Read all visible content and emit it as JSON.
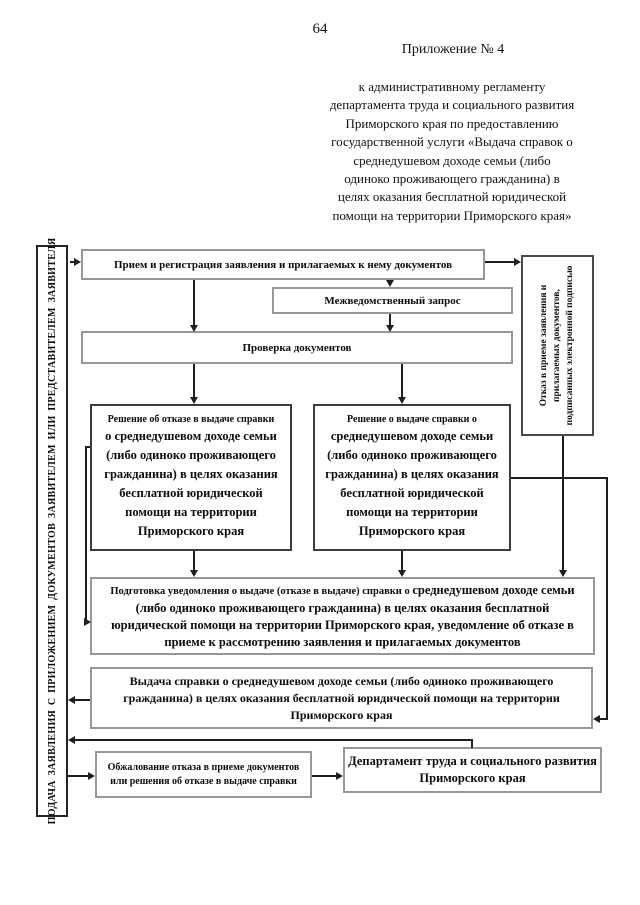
{
  "header": {
    "page_number": "64",
    "appendix": "Приложение № 4",
    "subtitle_lines": [
      "к административному регламенту",
      "департамента труда и социального развития",
      "Приморского края по предоставлению",
      "государственной услуги «Выдача справок о",
      "среднедушевом доходе семьи (либо",
      "одиноко проживающего гражданина) в",
      "целях оказания бесплатной юридической",
      "помощи на территории Приморского края»"
    ]
  },
  "flowchart": {
    "submission_bar_label": "ПОДАЧА ЗАЯВЛЕНИЯ С ПРИЛОЖЕНИЕМ ДОКУМЕНТОВ ЗАЯВИТЕЛЕМ ИЛИ ПРЕДСТАВИТЕЛЕМ ЗАЯВИТЕЛЯ",
    "reception_label": "Прием и регистрация заявления и прилагаемых к нему документов",
    "interagency_request_label": "Межведомственный запрос",
    "document_check_label": "Проверка документов",
    "refusal_decision": {
      "intro": "Решение об отказе в выдаче справки",
      "body": "о среднедушевом доходе семьи (либо одиноко проживающего гражданина) в целях оказания бесплатной юридической помощи на территории Приморского края"
    },
    "issue_decision": {
      "intro": "Решение о выдаче справки о",
      "body": "среднедушевом доходе семьи (либо одиноко проживающего гражданина) в целях оказания бесплатной юридической помощи на территории Приморского края"
    },
    "acceptance_refusal_label": "Отказ в приеме заявления и прилагаемых документов, подписанных электронной подписью",
    "notification": {
      "intro": "Подготовка уведомления о выдаче (отказе в выдаче) справки о ",
      "body": "среднедушевом доходе семьи (либо одиноко проживающего гражданина) в целях оказания бесплатной юридической помощи на территории Приморского края, уведомление об отказе в приеме к рассмотрению заявления и прилагаемых документов"
    },
    "issuance_label": "Выдача справки о среднедушевом доходе семьи (либо одиноко проживающего гражданина) в целях оказания бесплатной юридической помощи на территории Приморского края",
    "appeal_label": "Обжалование отказа в приеме документов или решения об отказе в выдаче справки",
    "department_label": "Департамент труда и социального развития Приморского края"
  },
  "colors": {
    "background": "#ffffff",
    "text": "#111111",
    "box_border": "#979797",
    "emphasis_border": "#242424",
    "connector": "#1f1f1f"
  }
}
